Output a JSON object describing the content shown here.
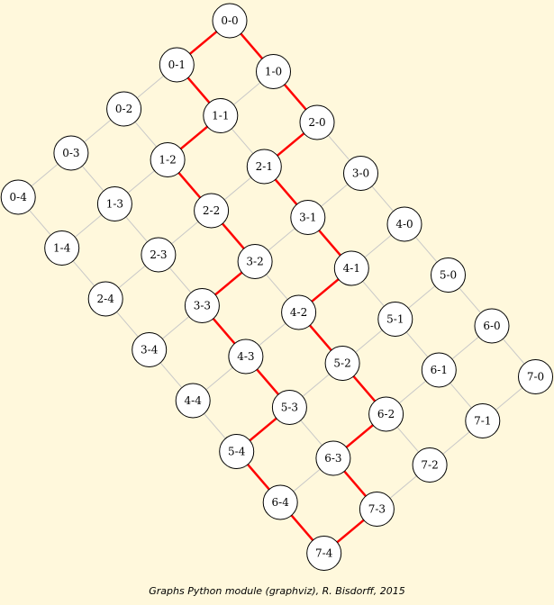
{
  "caption": "Graphs Python module (graphviz), R. Bisdorff, 2015",
  "colors": {
    "background": "#fff8dc",
    "node_fill": "#ffffff",
    "node_stroke": "#000000",
    "edge": "#c8c8c8",
    "path_edge": "#ff0000"
  },
  "graph": {
    "nodes": [
      "0-0",
      "0-1",
      "0-2",
      "0-3",
      "0-4",
      "1-0",
      "1-1",
      "1-2",
      "1-3",
      "1-4",
      "2-0",
      "2-1",
      "2-2",
      "2-3",
      "2-4",
      "3-0",
      "3-1",
      "3-2",
      "3-3",
      "3-4",
      "4-0",
      "4-1",
      "4-2",
      "4-3",
      "4-4",
      "5-0",
      "5-1",
      "5-2",
      "5-3",
      "5-4",
      "6-0",
      "6-1",
      "6-2",
      "6-3",
      "6-4",
      "7-0",
      "7-1",
      "7-2",
      "7-3",
      "7-4"
    ],
    "path": [
      "0-0",
      "0-1",
      "1-1",
      "1-2",
      "2-2",
      "3-2",
      "3-3",
      "4-3",
      "5-3",
      "5-4",
      "6-4",
      "7-4",
      "7-3",
      "6-3",
      "6-2",
      "5-2",
      "4-2",
      "4-1",
      "3-1",
      "2-1",
      "2-0",
      "1-0",
      "0-0"
    ]
  }
}
